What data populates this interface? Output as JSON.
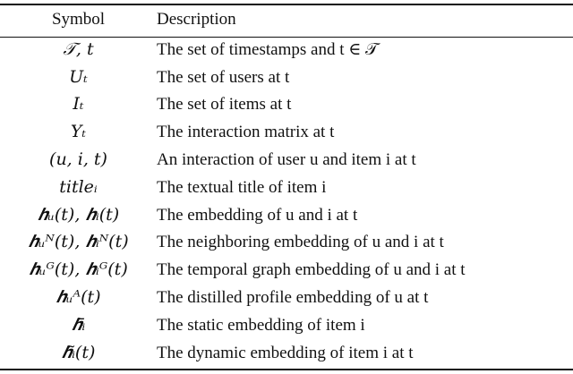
{
  "table": {
    "headers": [
      "Symbol",
      "Description"
    ],
    "rows": [
      {
        "symbol": "𝒯, t",
        "description": "The set of timestamps and t ∈ 𝒯"
      },
      {
        "symbol": "Uₜ",
        "description": "The set of users at t"
      },
      {
        "symbol": "Iₜ",
        "description": "The set of items at t"
      },
      {
        "symbol": "Yₜ",
        "description": "The interaction matrix at t"
      },
      {
        "symbol": "(u, i, t)",
        "description": "An interaction of user u and item i at t"
      },
      {
        "symbol": "titleᵢ",
        "description": "The textual title of item i"
      },
      {
        "symbol": "𝒉ᵤ(t), 𝒉ᵢ(t)",
        "description": "The embedding of u and i at t"
      },
      {
        "symbol": "𝒉ᵤᴺ(t), 𝒉ᵢᴺ(t)",
        "description": "The neighboring embedding of u and i at t"
      },
      {
        "symbol": "𝒉ᵤᴳ(t), 𝒉ᵢᴳ(t)",
        "description": "The temporal graph embedding of u and i at t"
      },
      {
        "symbol": "𝒉ᵤᴬ(t)",
        "description": "The distilled profile embedding of u at t"
      },
      {
        "symbol": "𝒉̄ᵢ",
        "description": "The static embedding of item i"
      },
      {
        "symbol": "𝒉̃ᵢ(t)",
        "description": "The dynamic embedding of item i at t"
      }
    ]
  }
}
